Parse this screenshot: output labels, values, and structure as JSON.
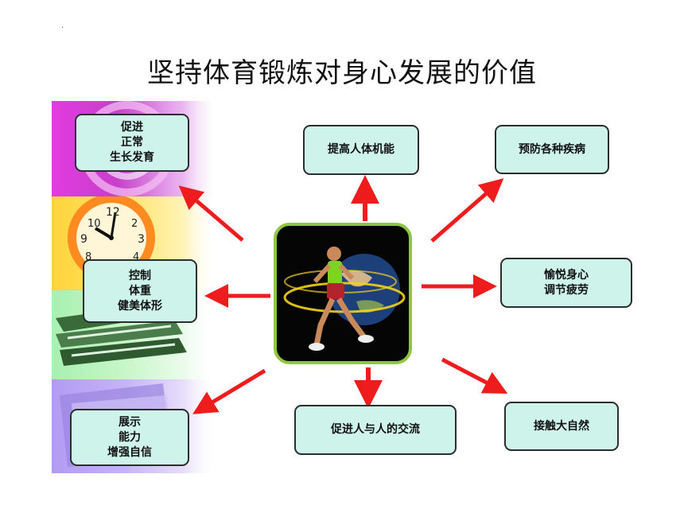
{
  "title": "坚持体育锻炼对身心发展的价值",
  "marker": "·",
  "boxes": {
    "growth": "促进\n正常\n生长发育",
    "weight": "控制\n体重\n健美体形",
    "ability": "展示\n能力\n增强自信",
    "function": "提高人体机能",
    "disease": "预防各种疾病",
    "mood": "愉悦身心\n调节疲劳",
    "social": "促进人与人的交流",
    "nature": "接触大自然"
  },
  "colors": {
    "arrow": "#ee1c1c",
    "box_fill": "#cdf3ea",
    "center_border": "#8ec63f"
  },
  "icons": [
    "clock-icon",
    "books-icon",
    "runner-icon",
    "globe-icon"
  ]
}
